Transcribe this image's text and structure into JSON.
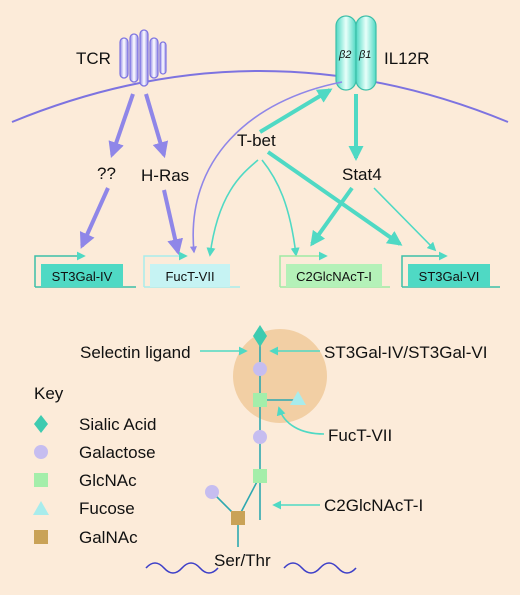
{
  "colors": {
    "background": "#fcebd9",
    "purple": "#8f86e8",
    "teal": "#4fd9c4",
    "membrane": "#7d73e0",
    "glycan_circle": "#f2cfa4",
    "sialic_acid": "#3ecbb0",
    "galactose": "#c6bdf0",
    "glcnac": "#a4eeaa",
    "fucose": "#a8ecec",
    "galnac": "#c9a257",
    "chain": "#2ea8b0"
  },
  "receptors": {
    "tcr": "TCR",
    "il12r": "IL12R",
    "beta2": "β2",
    "beta1": "β1"
  },
  "signals": {
    "unknown": "??",
    "hras": "H-Ras",
    "tbet": "T-bet",
    "stat4": "Stat4"
  },
  "genes": {
    "st3gal4": "ST3Gal-IV",
    "fuct7": "FucT-VII",
    "c2glcnact1": "C2GlcNAcT-I",
    "st3gal6": "ST3Gal-VI"
  },
  "glycan": {
    "selectin_ligand": "Selectin ligand",
    "st3gal_label": "ST3Gal-IV/ST3Gal-VI",
    "fuct7_label": "FucT-VII",
    "c2glcnact1_label": "C2GlcNAcT-I",
    "ser_thr": "Ser/Thr"
  },
  "key": {
    "title": "Key",
    "items": [
      {
        "label": "Sialic Acid",
        "icon": "diamond"
      },
      {
        "label": "Galactose",
        "icon": "circle"
      },
      {
        "label": "GlcNAc",
        "icon": "square"
      },
      {
        "label": "Fucose",
        "icon": "triangle"
      },
      {
        "label": "GalNAc",
        "icon": "square"
      }
    ]
  }
}
